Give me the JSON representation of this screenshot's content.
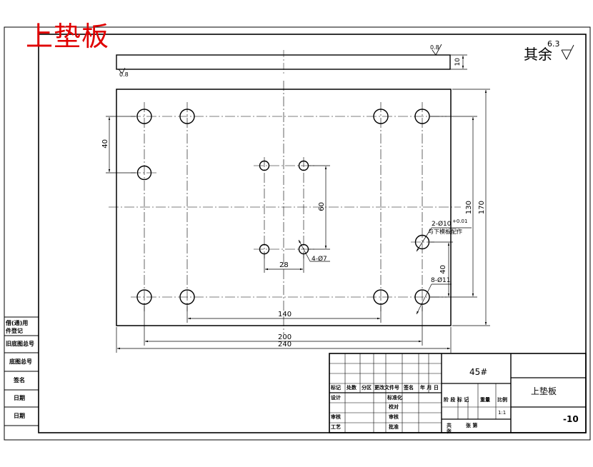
{
  "title_red": "上垫板",
  "surface_note": "其余",
  "roughness_default": "6.3",
  "side_view": {
    "roughness_top": "0.8",
    "roughness_bottom": "0.8",
    "thickness_dim": "10"
  },
  "dimensions": {
    "d40_left": "40",
    "d60": "60",
    "d28": "28",
    "d140": "140",
    "d200": "200",
    "d240": "240",
    "d130": "130",
    "d170": "170",
    "d40_right": "40"
  },
  "notes": {
    "pin_holes": "2-Ø10",
    "pin_tol": "+0.01",
    "pin_note": "与下模板配作",
    "small_holes": "4-Ø7",
    "bolt_holes": "8-Ø11"
  },
  "left_column": {
    "c1": "借(通)用",
    "c2": "件登记",
    "c3": "旧底图总号",
    "c4": "底图总号",
    "c5": "签名",
    "c6": "日期",
    "c7": "日期"
  },
  "title_block": {
    "material": "45#",
    "part_name": "上垫板",
    "drawing_no": "-10",
    "scale": "1:1",
    "hdr_mark": "标记",
    "hdr_count": "处数",
    "hdr_zone": "分区",
    "hdr_docno": "更改文件号",
    "hdr_sign": "签名",
    "hdr_date": "年 月 日",
    "design": "设计",
    "standardize": "标准化",
    "review": "审核",
    "process": "工艺",
    "check": "校对",
    "proofread": "审核",
    "approve": "批准",
    "stage_mark": "阶 段 标 记",
    "weight": "重量",
    "ratio": "比例",
    "sheets": "共",
    "sheet_no": "张 第",
    "sheet_word": "张"
  }
}
